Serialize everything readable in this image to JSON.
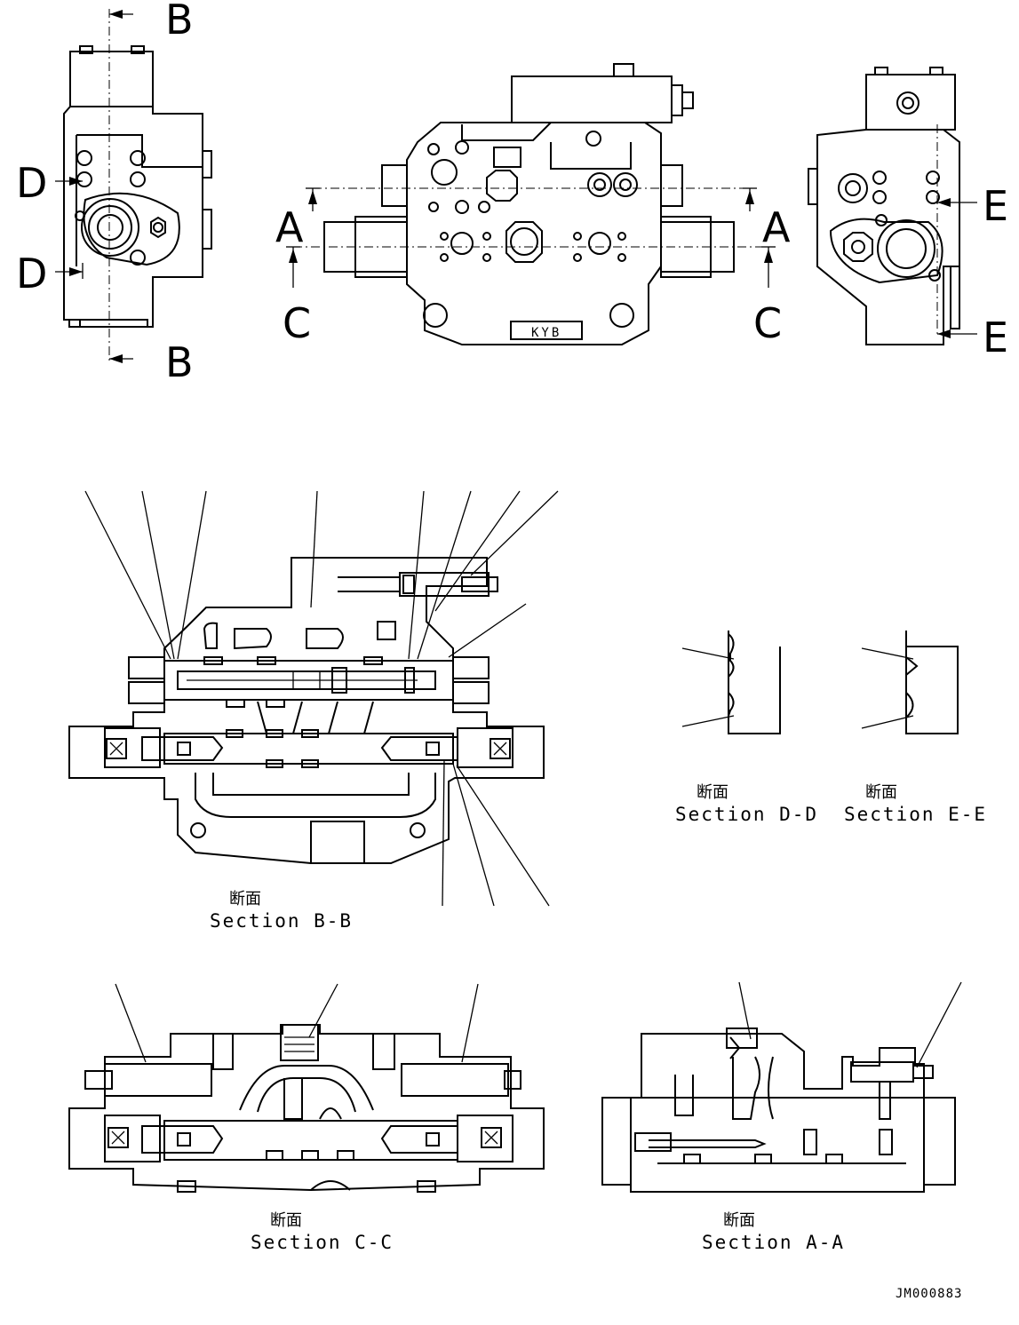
{
  "top_view": {
    "section_markers": {
      "B": "B",
      "D": "D",
      "A": "A",
      "C": "C",
      "E": "E"
    },
    "logo_mark": "KYB"
  },
  "sections": {
    "bb": {
      "jp": "断面",
      "en": "Section B-B"
    },
    "dd": {
      "jp": "断面",
      "en": "Section D-D"
    },
    "ee": {
      "jp": "断面",
      "en": "Section E-E"
    },
    "cc": {
      "jp": "断面",
      "en": "Section C-C"
    },
    "aa": {
      "jp": "断面",
      "en": "Section A-A"
    }
  },
  "drawing_ref": "JM000883"
}
